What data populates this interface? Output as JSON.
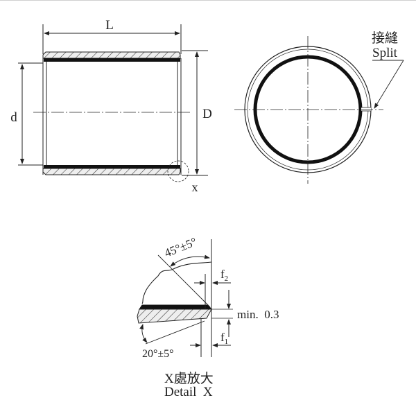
{
  "front_view": {
    "length_label": "L",
    "inner_diameter_label": "d",
    "outer_diameter_label": "D",
    "detail_marker_label": "x"
  },
  "side_view": {
    "split_label_cn": "接縫",
    "split_label_en": "Split"
  },
  "detail_view": {
    "chamfer_angle_top": "45°±5°",
    "chamfer_angle_bottom": "20°±5°",
    "f2_label": "f",
    "f2_sub": "2",
    "f1_label": "f",
    "f1_sub": "1",
    "min_thickness": "min.  0.3",
    "title_cn": "X處放大",
    "title_en": "Detail  X"
  },
  "colors": {
    "line": "#222222",
    "hatch_fill": "#e6e6e6",
    "liner": "#111111",
    "background": "#ffffff"
  }
}
